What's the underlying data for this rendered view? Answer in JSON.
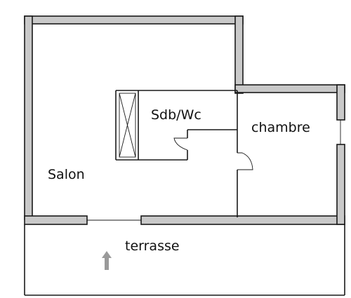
{
  "rooms": {
    "salon": "Salon",
    "sdb_wc": "Sdb/Wc",
    "chambre": "chambre",
    "terrasse": "terrasse"
  },
  "icons": {
    "entry_arrow": "arrow-up-icon",
    "closet": "closet-cross-icon"
  },
  "colors": {
    "wall_fill": "#c9c9c9",
    "wall_stroke": "#1a1a1a",
    "arrow": "#9a9a9a"
  }
}
